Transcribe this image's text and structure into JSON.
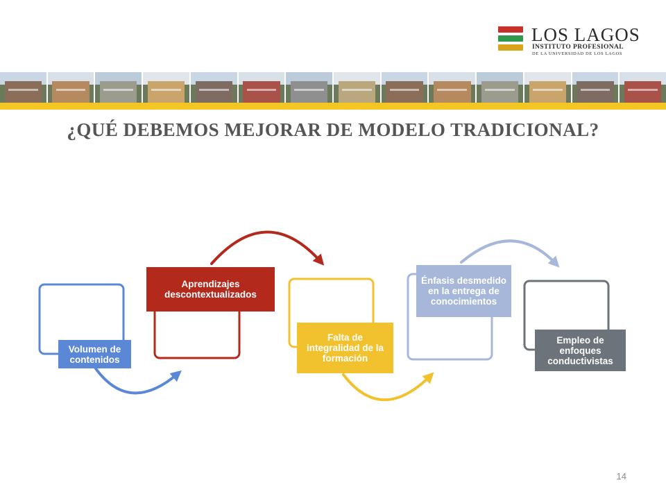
{
  "logo": {
    "name": "LOS LAGOS",
    "subtitle": "INSTITUTO PROFESIONAL",
    "tagline": "DE LA UNIVERSIDAD DE LOS LAGOS",
    "stripe_colors": [
      "#c8302a",
      "#2f9a4c",
      "#d9a31c"
    ]
  },
  "banner": {
    "photo_count": 14,
    "bar_color": "#f3c623"
  },
  "slide": {
    "title": "¿QUÉ DEBEMOS MEJORAR DE MODELO TRADICIONAL?",
    "page_number": "14"
  },
  "steps": [
    {
      "label": "Volumen de contenidos",
      "color": "#5a87d6"
    },
    {
      "label": "Aprendizajes descontextualizados",
      "color": "#b3291c"
    },
    {
      "label": "Falta de integralidad de la formación",
      "color": "#f2c12e"
    },
    {
      "label": "Énfasis desmedido en la entrega de conocimientos",
      "color": "#a7b7d9"
    },
    {
      "label": "Empleo de enfoques conductivistas",
      "color": "#6d737b"
    }
  ]
}
